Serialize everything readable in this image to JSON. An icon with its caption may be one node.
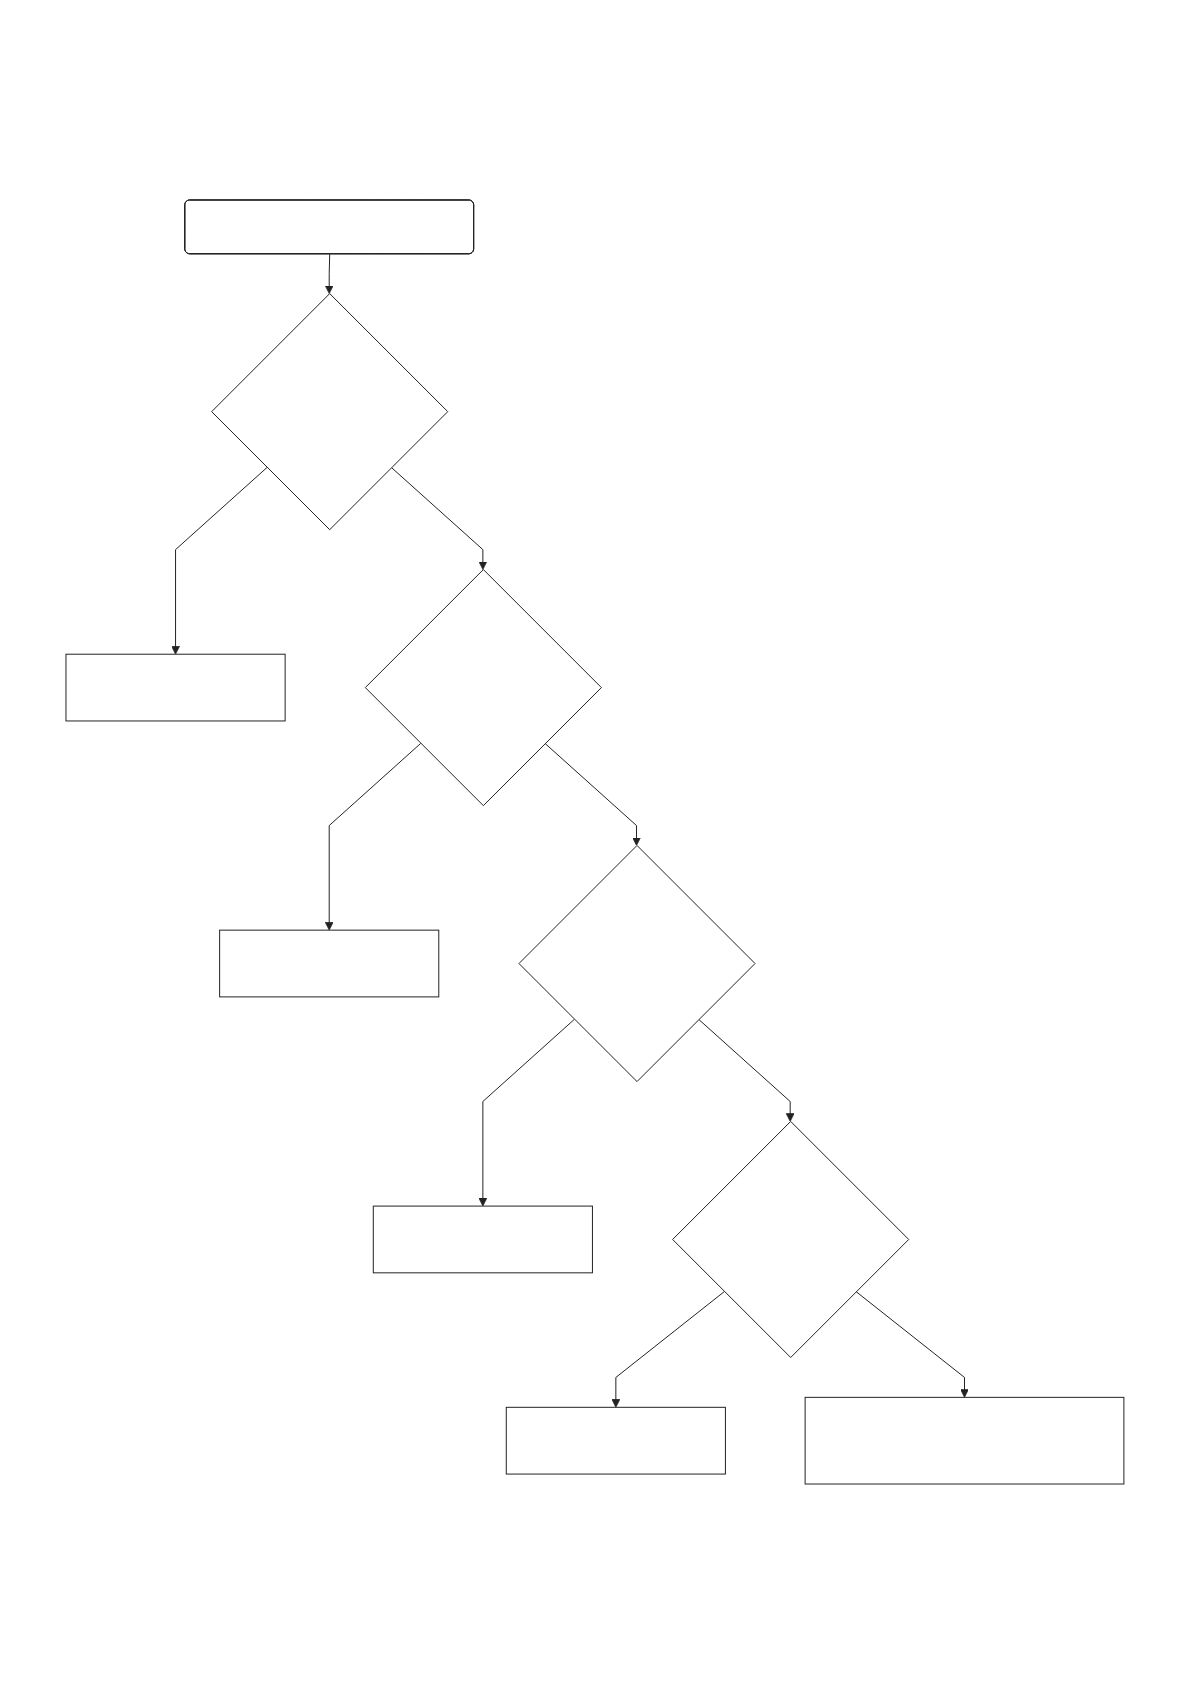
{
  "diagram": {
    "nodes": [
      {
        "text": [],
        "shape": "rounded"
      },
      {
        "text": [],
        "shape": "diamond"
      },
      {
        "text": [],
        "shape": "box"
      },
      {
        "text": [],
        "shape": "diamond"
      },
      {
        "text": [],
        "shape": "box"
      },
      {
        "text": [],
        "shape": "diamond"
      },
      {
        "text": [],
        "shape": "box"
      },
      {
        "text": [],
        "shape": "diamond"
      },
      {
        "text": [],
        "shape": "box"
      },
      {
        "text": [],
        "shape": "box"
      }
    ],
    "edges": [
      {
        "from": 0,
        "to": 1,
        "arrow": "to"
      },
      {
        "from": 1,
        "to": 2,
        "arrow": "to"
      },
      {
        "from": 1,
        "to": 3,
        "arrow": "to"
      },
      {
        "from": 3,
        "to": 4,
        "arrow": "to"
      },
      {
        "from": 3,
        "to": 5,
        "arrow": "to"
      },
      {
        "from": 5,
        "to": 6,
        "arrow": "to"
      },
      {
        "from": 5,
        "to": 7,
        "arrow": "to"
      },
      {
        "from": 7,
        "to": 8,
        "arrow": "to"
      },
      {
        "from": 7,
        "to": 9,
        "arrow": "to"
      }
    ]
  }
}
